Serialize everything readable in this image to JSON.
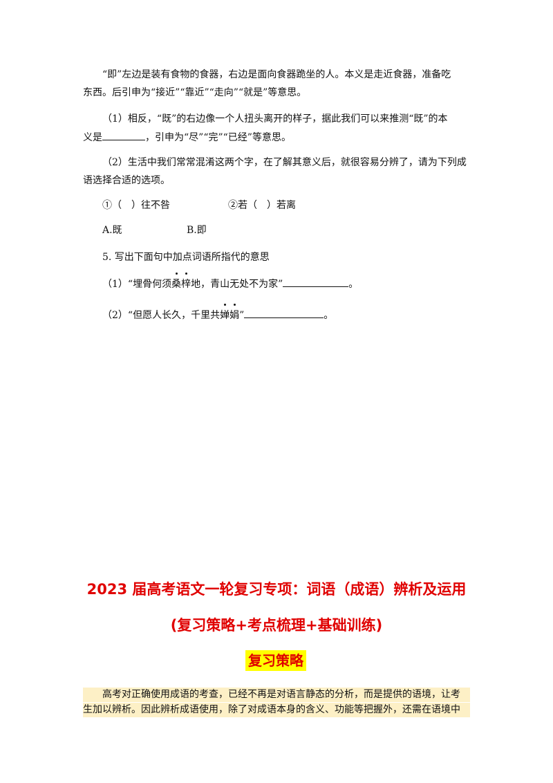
{
  "para1_line1": "“即”左边是装有食物的食器，右边是面向食器跪坐的人。本义是走近食器，准备吃",
  "para1_line2": "东西。后引申为“接近”“靠近”“走向”“就是”等意思。",
  "q1_line1": "（1）相反，“既”的右边像一个人扭头离开的样子，据此我们可以来推测“既”的本",
  "q1_line2_pre": "义是",
  "q1_line2_post": "，引申为“尽”“完”“已经”等意思。",
  "q2_line1": "（2）生活中我们常常混淆这两个字，在了解其意义后，就很容易分辨了，请为下列成",
  "q2_line2": "语选择合适的选项。",
  "idiom1": "①（　）往不咎",
  "idiom2": "②若（　）若离",
  "option_a": "A.既",
  "option_b": "B.即",
  "q5_title": "5.  写出下面句中加点词语所指代的意思",
  "q5_1_pre": "（1）“埋骨何须",
  "q5_1_dot": "桑梓",
  "q5_1_post": "地，青山无处不为家”",
  "q5_1_end": "。",
  "q5_2_pre": "（2）“但愿人长久，千里共",
  "q5_2_dot": "婵娟",
  "q5_2_post": "”",
  "q5_2_end": "。",
  "title_line1": "2023 届高考语文一轮复习专项：词语（成语）辨析及运用",
  "title_line2": "(复习策略+考点梳理+基础训练)",
  "section_heading": "复习策略",
  "strategy_line1": "高考对正确使用成语的考查，已经不再是对语言静态的分析，而是提供的语境，让考",
  "strategy_line2": "生加以辨析。因此辨析成语使用，除了对成语本身的含义、功能等把握外，还需在语境中",
  "colors": {
    "title_red": "#e00000",
    "highlight_yellow": "#ffff00",
    "shade": "#fdf0c6"
  }
}
